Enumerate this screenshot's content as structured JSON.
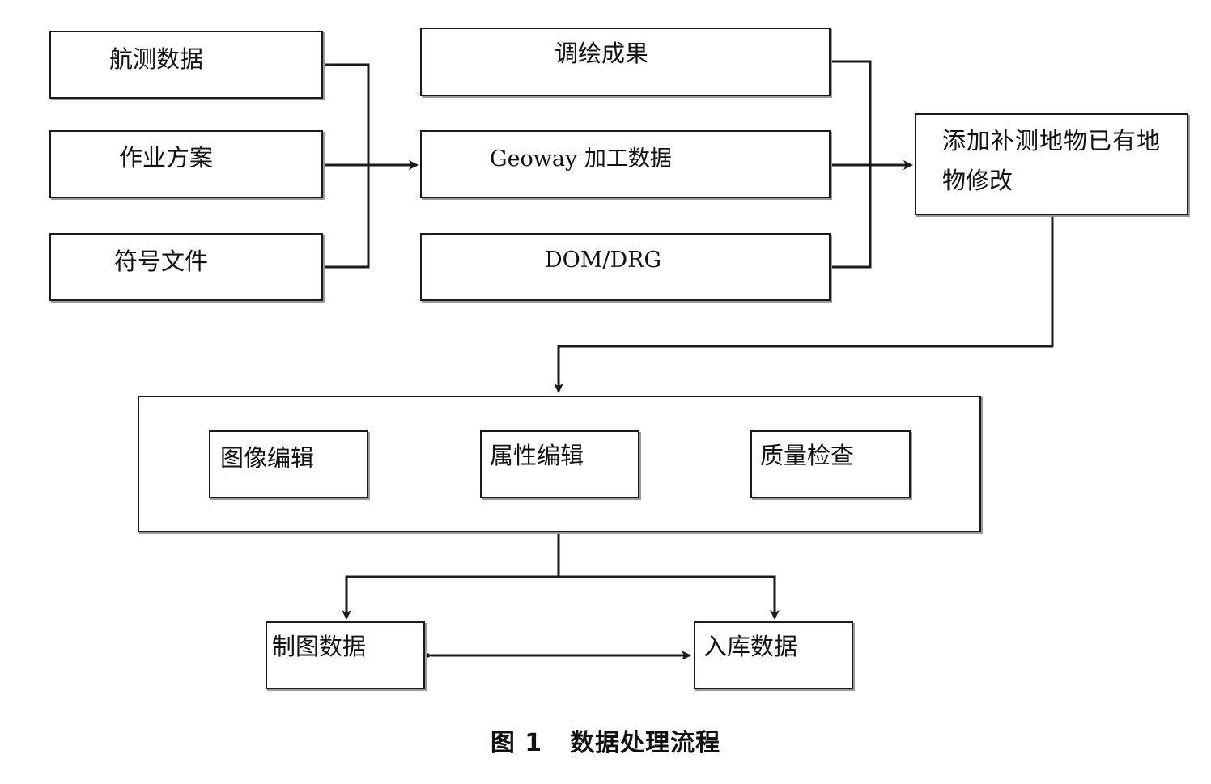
{
  "nodes": {
    "aerial_data": "航测数据",
    "work_plan": "作业方案",
    "symbol_file": "符号文件",
    "survey_results": "调绘成果",
    "geoway_data": "Geoway 加工数据",
    "dom_drg": "DOM/DRG",
    "add_modify": "添加补测地物已有地",
    "add_modify_line2": "物修改",
    "image_edit": "图像编辑",
    "attribute_edit": "属性编辑",
    "quality_check": "质量检查",
    "mapping_data": "制图数据",
    "storage_data": "入库数据"
  },
  "caption": {
    "number": "图 1",
    "title": "数据处理流程"
  }
}
